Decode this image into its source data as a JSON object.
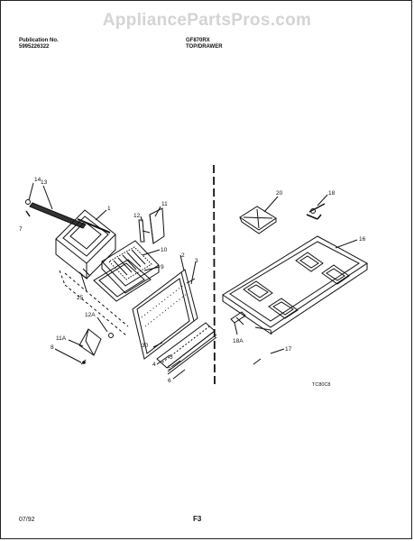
{
  "watermark": "AppliancePartsPros.com",
  "header": {
    "publication_label": "Publication No.",
    "publication_number": "5995226322",
    "model": "GF870RX",
    "section": "TOP/DRAWER"
  },
  "callouts": {
    "c1": "1",
    "c2": "2",
    "c3": "3",
    "c4": "4",
    "c5": "5",
    "c5b": "5",
    "c6": "6",
    "c7": "7",
    "c8": "8",
    "c9": "9",
    "c10": "10",
    "c11": "11",
    "c11a": "11A",
    "c12": "12",
    "c12a": "12A",
    "c13": "13",
    "c14": "14",
    "c16": "16",
    "c17": "17",
    "c18": "18",
    "c18a": "18A",
    "c20": "20",
    "c25": "25",
    "c30": "30"
  },
  "drawing_code": "TC80C8",
  "footer": {
    "date": "07/92",
    "page": "F3"
  }
}
